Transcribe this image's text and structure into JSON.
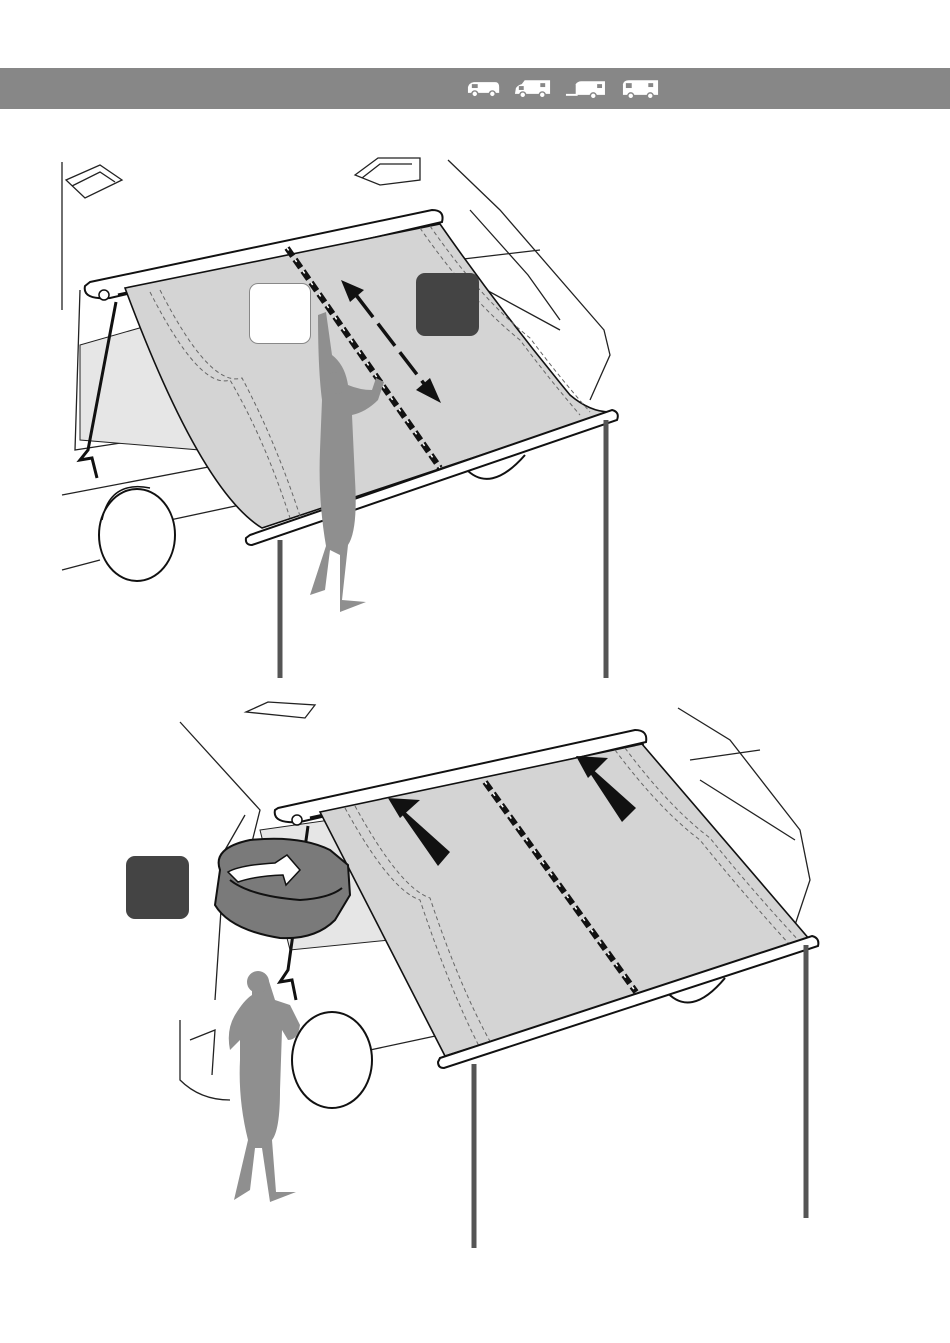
{
  "header": {
    "icons": [
      "van-icon",
      "motorhome-icon",
      "caravan-icon",
      "integrated-motorhome-icon"
    ],
    "bar_color": "#878787",
    "icon_color": "#ffffff"
  },
  "step_top": {
    "labels": [
      {
        "name": "white-step-marker",
        "color": "#ffffff"
      },
      {
        "name": "dark-step-marker",
        "color": "#444444"
      }
    ],
    "icons": [
      "double-arrow-icon",
      "crank-handle-icon",
      "person-icon"
    ]
  },
  "step_bottom": {
    "labels": [
      {
        "name": "dark-step-marker",
        "color": "#444444"
      }
    ],
    "icons": [
      "rotate-arrow-icon",
      "up-arrow-icon",
      "crank-handle-icon",
      "person-icon"
    ]
  },
  "colors": {
    "fabric": "#d4d4d4",
    "person": "#8f8f8f",
    "outline": "#111111"
  }
}
